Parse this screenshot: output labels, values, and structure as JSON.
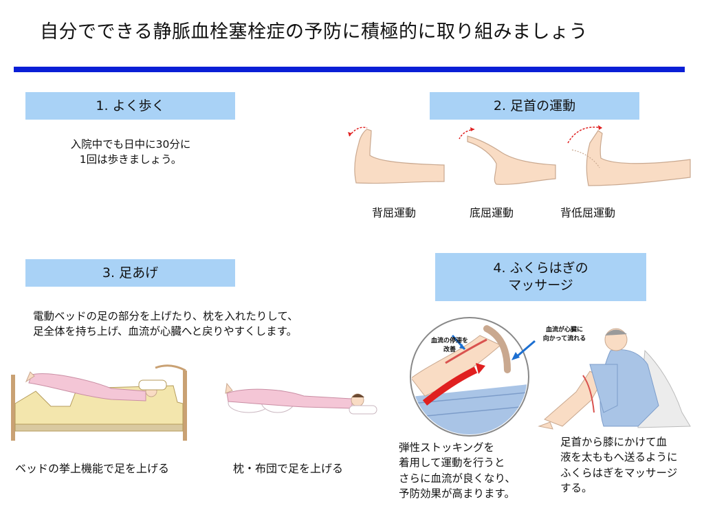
{
  "title": "自分でできる静脈血栓塞栓症の予防に積極的に取り組みましょう",
  "sections": {
    "walk": {
      "heading": "1.  よく歩く",
      "text": [
        "入院中でも日中に30分に",
        "1回は歩きましょう。"
      ]
    },
    "ankle": {
      "heading": "2.  足首の運動",
      "captions": [
        "背屈運動",
        "底屈運動",
        "背低屈運動"
      ]
    },
    "legs": {
      "heading": "3.  足あげ",
      "text": [
        "電動ベッドの足の部分を上げたり、枕を入れたりして、",
        "足全体を持ち上げ、血流が心臓へと戻りやすくします。"
      ],
      "captions": [
        "ベッドの挙上機能で足を上げる",
        "枕・布団で足を上げる"
      ]
    },
    "massage": {
      "heading": [
        "4.  ふくらはぎの",
        "マッサージ"
      ],
      "labels": {
        "stagnation": [
          "血流の停滞を",
          "改善"
        ],
        "to_heart": [
          "血流が心臓に",
          "向かって流れる"
        ]
      },
      "note_stocking": [
        "弾性ストッキングを",
        "着用して運動を行うと",
        "さらに血流が良くなり、",
        "予防効果が高まります。"
      ],
      "note_massage": [
        "足首から膝にかけて血",
        "液を太ももへ送るように",
        "ふくらはぎをマッサージ",
        "する。"
      ]
    }
  },
  "colors": {
    "rule": "#0a1fd6",
    "heading_bg": "#a9d2f6",
    "skin": "#f9dcc4",
    "pajama_pink": "#f4c6d6",
    "pajama_blue": "#a9c4e6",
    "bed_wood": "#c9a173",
    "arrow_red": "#e02020",
    "arrow_blue": "#1c6fd1"
  }
}
